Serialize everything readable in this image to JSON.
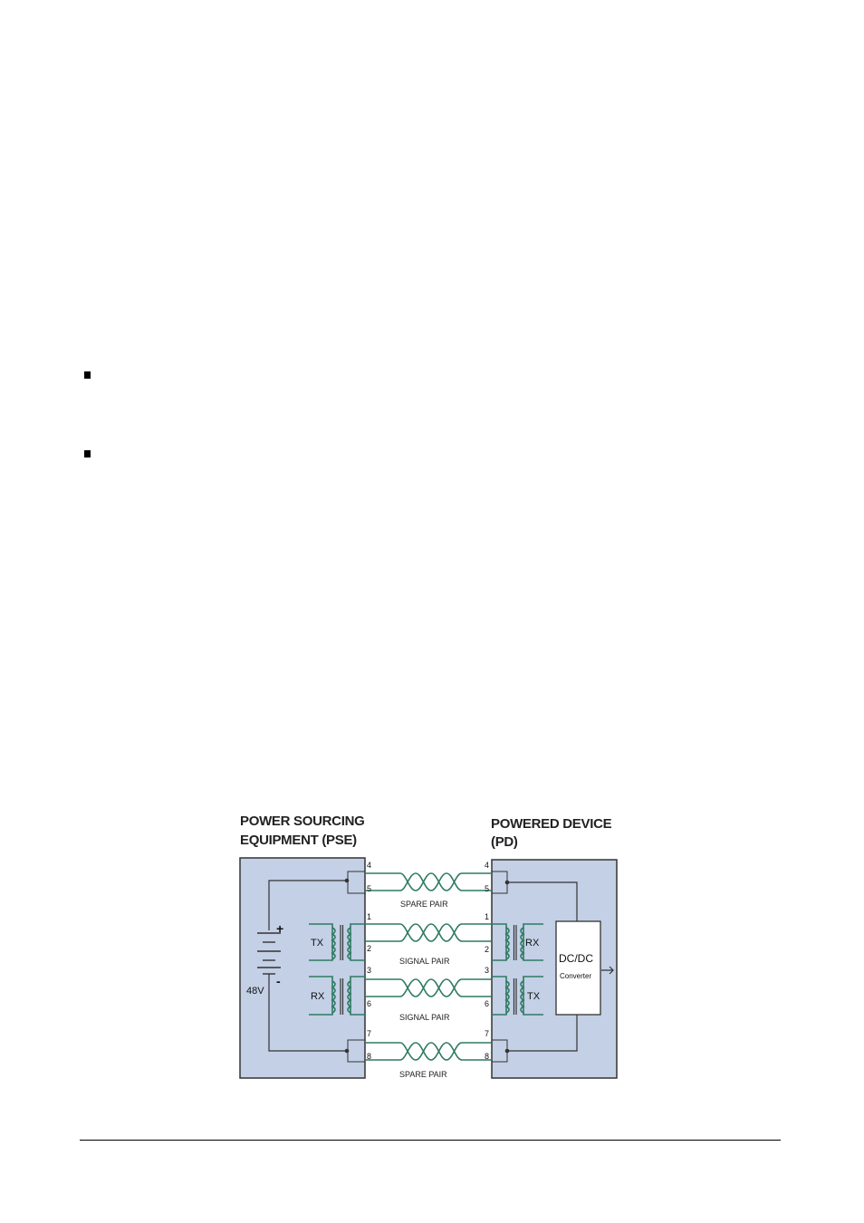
{
  "diagram": {
    "pse_title_line1": "POWER SOURCING",
    "pse_title_line2": "EQUIPMENT (PSE)",
    "pd_title_line1": "POWERED DEVICE",
    "pd_title_line2": "(PD)",
    "pins": [
      "4",
      "5",
      "1",
      "2",
      "3",
      "6",
      "7",
      "8"
    ],
    "pair_labels": [
      "SPARE PAIR",
      "SIGNAL PAIR",
      "SIGNAL PAIR",
      "SPARE PAIR"
    ],
    "pse_tx": "TX",
    "pse_rx": "RX",
    "pd_rx": "RX",
    "pd_tx": "TX",
    "voltage": "48V",
    "plus": "+",
    "minus": "-",
    "converter_line1": "DC/DC",
    "converter_line2": "Converter"
  },
  "colors": {
    "box_fill": "#c3d0e6",
    "wire": "#2f7a62"
  }
}
